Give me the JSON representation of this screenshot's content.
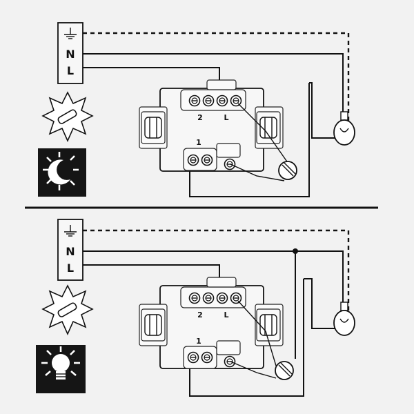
{
  "terminal_block": {
    "neutral_label": "N",
    "live_label": "L"
  },
  "module": {
    "terminal_2_label": "2",
    "terminal_l_label": "L",
    "terminal_1_label": "1"
  },
  "panels": [
    {
      "id": "top",
      "mode_icon": "night-moon-icon",
      "sun_icon": "sun-icon"
    },
    {
      "id": "bottom",
      "mode_icon": "lamp-on-icon",
      "sun_icon": "sun-icon"
    }
  ],
  "colors": {
    "ink": "#111111",
    "paper": "#f2f2f2",
    "mode_box": "#151515"
  }
}
